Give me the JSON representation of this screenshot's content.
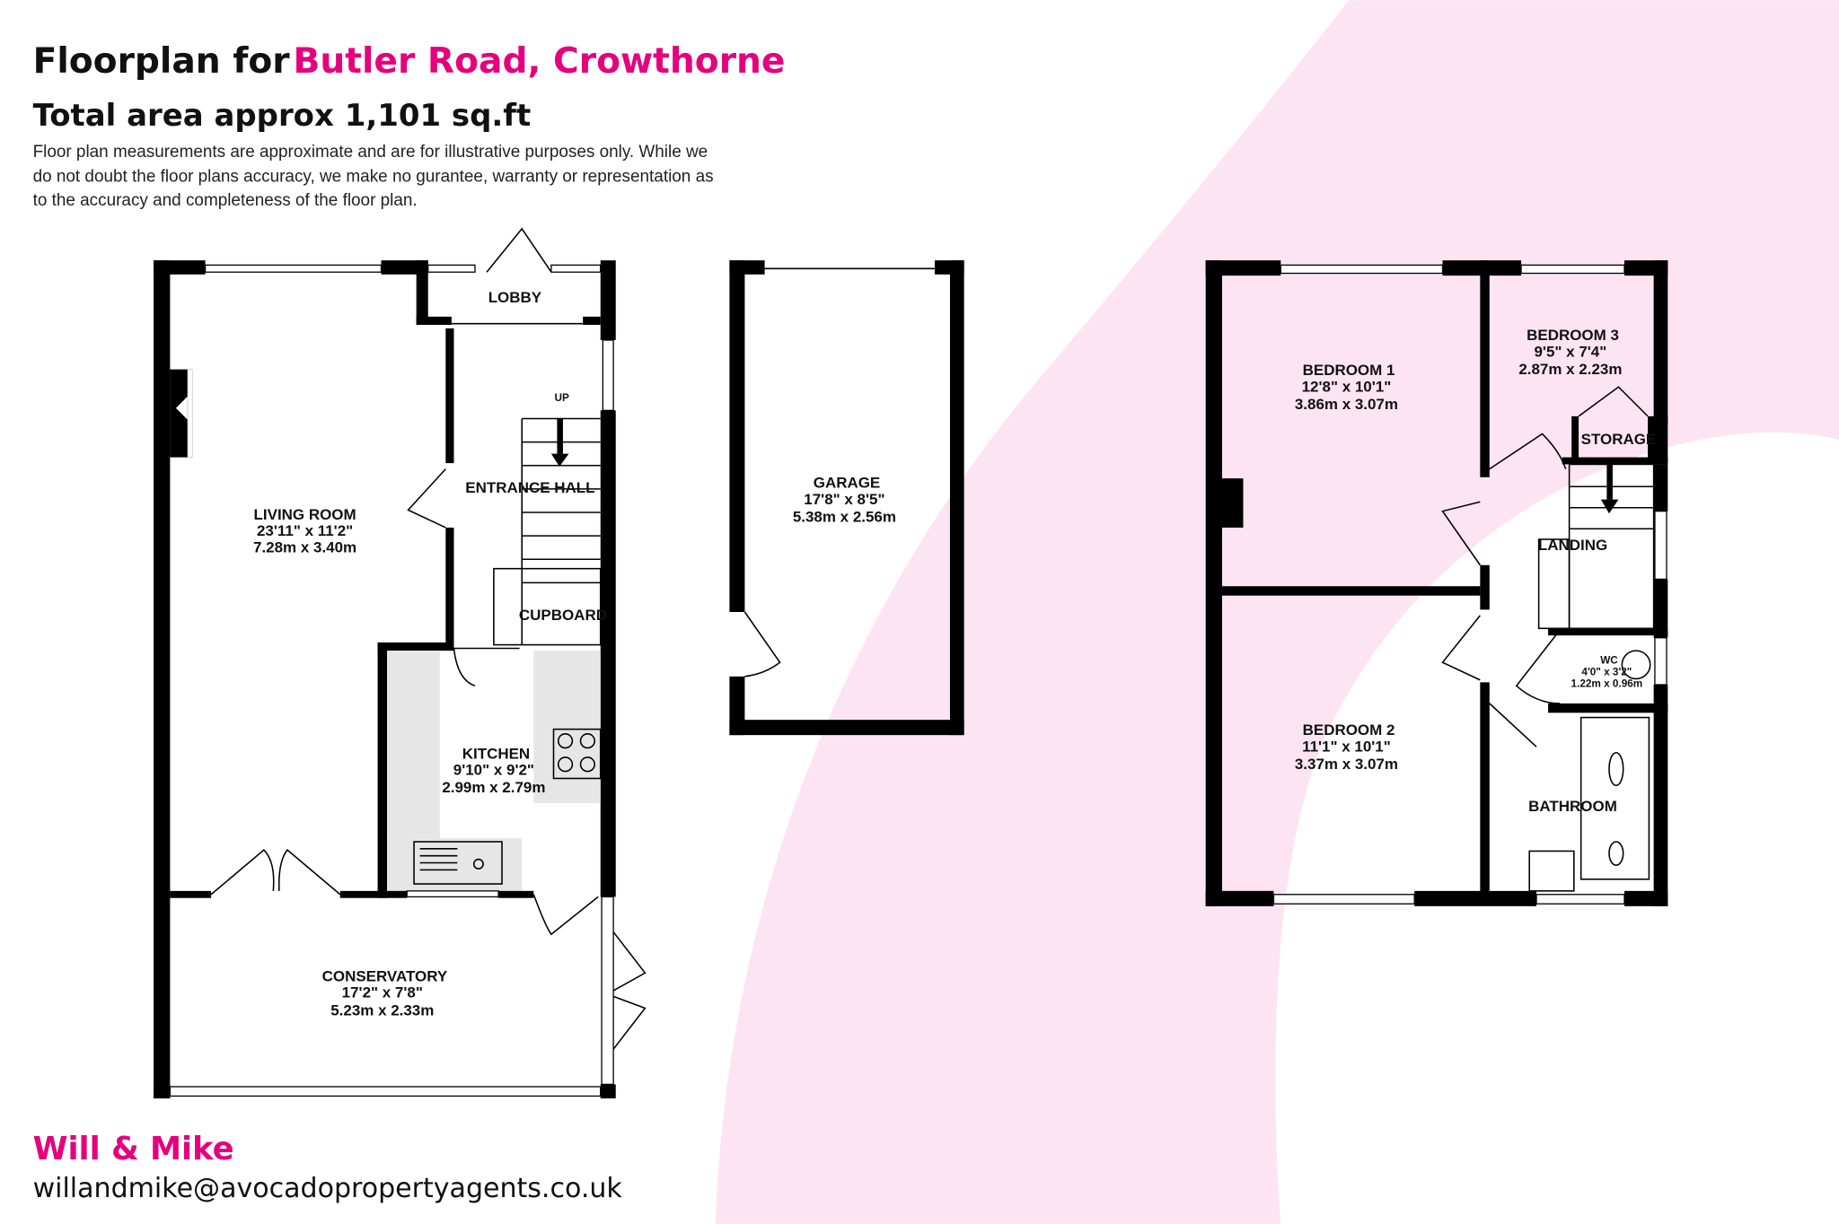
{
  "header": {
    "title_prefix": "Floorplan for",
    "address": "Butler Road, Crowthorne",
    "total_area": "Total area approx 1,101 sq.ft",
    "disclaimer": [
      "Floor plan measurements are approximate and are for illustrative purposes only. While we",
      "do not doubt the floor plans accuracy, we make no gurantee, warranty or representation as",
      "to the accuracy and completeness of the floor plan."
    ]
  },
  "rooms": {
    "lobby": {
      "name": "LOBBY"
    },
    "up": {
      "name": "UP"
    },
    "entrance_hall": {
      "name": "ENTRANCE HALL"
    },
    "living_room": {
      "name": "LIVING ROOM",
      "imperial": "23'11\"  x 11'2\"",
      "metric": "7.28m  x 3.40m"
    },
    "cupboard": {
      "name": "CUPBOARD"
    },
    "kitchen": {
      "name": "KITCHEN",
      "imperial": "9'10\"  x 9'2\"",
      "metric": "2.99m  x 2.79m"
    },
    "conservatory": {
      "name": "CONSERVATORY",
      "imperial": "17'2\"  x 7'8\"",
      "metric": "5.23m  x 2.33m"
    },
    "garage": {
      "name": "GARAGE",
      "imperial": "17'8\"  x 8'5\"",
      "metric": "5.38m  x 2.56m"
    },
    "bedroom1": {
      "name": "BEDROOM 1",
      "imperial": "12'8\"  x 10'1\"",
      "metric": "3.86m  x 3.07m"
    },
    "bedroom3": {
      "name": "BEDROOM 3",
      "imperial": "9'5\"  x 7'4\"",
      "metric": "2.87m  x 2.23m"
    },
    "storage": {
      "name": "STORAGE"
    },
    "landing": {
      "name": "LANDING"
    },
    "wc": {
      "name": "WC",
      "imperial": "4'0\"  x 3'2\"",
      "metric": "1.22m  x 0.96m"
    },
    "bedroom2": {
      "name": "BEDROOM 2",
      "imperial": "11'1\"  x 10'1\"",
      "metric": "3.37m  x 3.07m"
    },
    "bathroom": {
      "name": "BATHROOM"
    }
  },
  "footer": {
    "agent": "Will & Mike",
    "email": "willandmike@avocadopropertyagents.co.uk"
  },
  "colors": {
    "accent": "#e5007e",
    "background_shape": "#fde4f2",
    "walls": "#000000"
  }
}
